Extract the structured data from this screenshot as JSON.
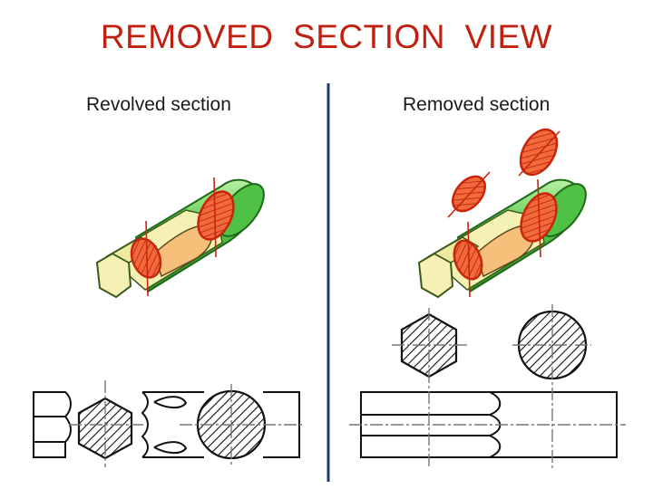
{
  "title": "REMOVED  SECTION  VIEW",
  "left_panel": {
    "label": "Revolved section"
  },
  "right_panel": {
    "label": "Removed section"
  },
  "colors": {
    "title": "#c0200f",
    "divider": "#1f3b6e",
    "section_red": "#e8451e",
    "shaft_green": "#46b43c",
    "shaft_cream": "#f5f0b4",
    "cut_face": "#f6c07a"
  }
}
